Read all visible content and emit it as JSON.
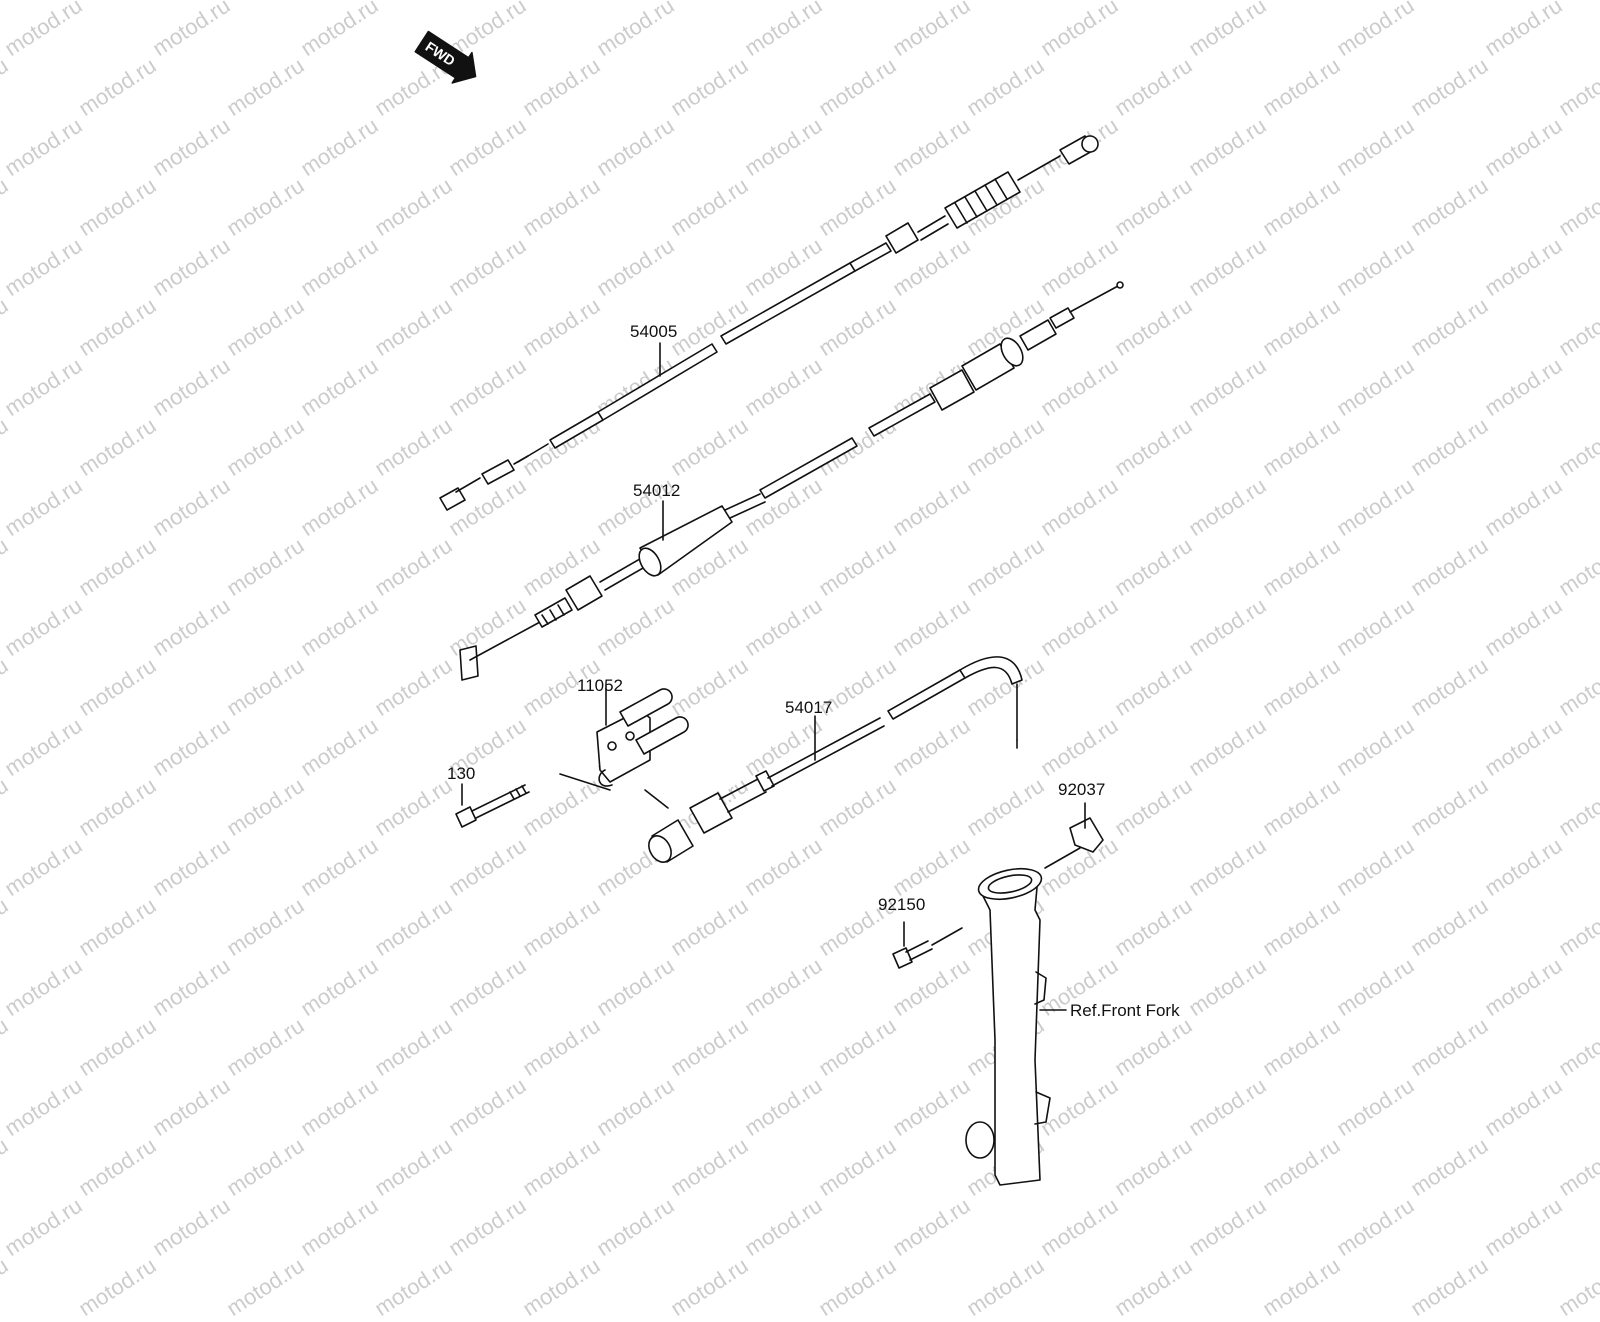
{
  "watermark": {
    "text": "motod.ru",
    "color": "#cccccc"
  },
  "fwd_badge": {
    "label": "FWD",
    "icon": "forward-arrow-icon"
  },
  "callouts": {
    "p54005": "54005",
    "p54012": "54012",
    "p11052": "11052",
    "p54017": "54017",
    "p130": "130",
    "p92037": "92037",
    "p92150": "92150",
    "ref_front_fork": "Ref.Front Fork"
  },
  "colors": {
    "line": "#111111",
    "fill": "#ffffff"
  }
}
